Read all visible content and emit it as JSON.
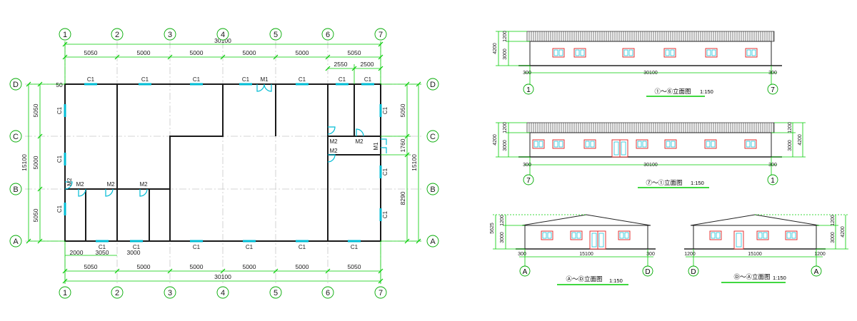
{
  "colors": {
    "wall": "#1a1a1a",
    "dim": "#00cc00",
    "axis_bubble": "#00aa00",
    "center": "#c8c8c8",
    "door": "#00bcd4",
    "window": "#00bcd4",
    "window_frame": "#e02020",
    "roof": "#222222",
    "background": "#ffffff"
  },
  "plan": {
    "axes_top": [
      "1",
      "2",
      "3",
      "4",
      "5",
      "6",
      "7"
    ],
    "axes_bottom": [
      "1",
      "2",
      "3",
      "4",
      "5",
      "6",
      "7"
    ],
    "axes_side": [
      "D",
      "C",
      "B",
      "A"
    ],
    "spans_x": [
      "5050",
      "5000",
      "5000",
      "5000",
      "5000",
      "5050"
    ],
    "total_x": "30100",
    "spans_x_top_sub": [
      "2550",
      "2500"
    ],
    "spans_y_left": [
      "5050",
      "5000",
      "5050"
    ],
    "total_y_left": "15100",
    "spans_y_right": [
      "5050",
      "1760",
      "8290"
    ],
    "total_y_right": "15100",
    "bottom_sub": [
      "2000",
      "3050",
      "3000"
    ],
    "small_50": "50",
    "labels": {
      "c1": "C1",
      "m1": "M1",
      "m2": "M2"
    }
  },
  "elevations": [
    {
      "title": "①～⑥立面图",
      "scale": "1:150",
      "total": "30100",
      "edge": "300",
      "axis_left": "1",
      "axis_right": "7",
      "heights": [
        "1200",
        "3000",
        "4200"
      ]
    },
    {
      "title": "⑦～①立面图",
      "scale": "1:150",
      "total": "30100",
      "edge": "300",
      "axis_left": "7",
      "axis_right": "1",
      "heights": [
        "1200",
        "3000",
        "4200"
      ]
    },
    {
      "title": "Ⓐ～Ⓓ立面图",
      "scale": "1:150",
      "total": "15100",
      "edge": "300",
      "axis_left": "A",
      "axis_right": "D",
      "heights": [
        "1200",
        "3000",
        "5625"
      ]
    },
    {
      "title": "Ⓓ～Ⓐ立面图",
      "scale": "1:150",
      "total": "15100",
      "edge": "1200",
      "axis_left": "D",
      "axis_right": "A",
      "heights": [
        "1200",
        "3000",
        "4200"
      ]
    }
  ]
}
